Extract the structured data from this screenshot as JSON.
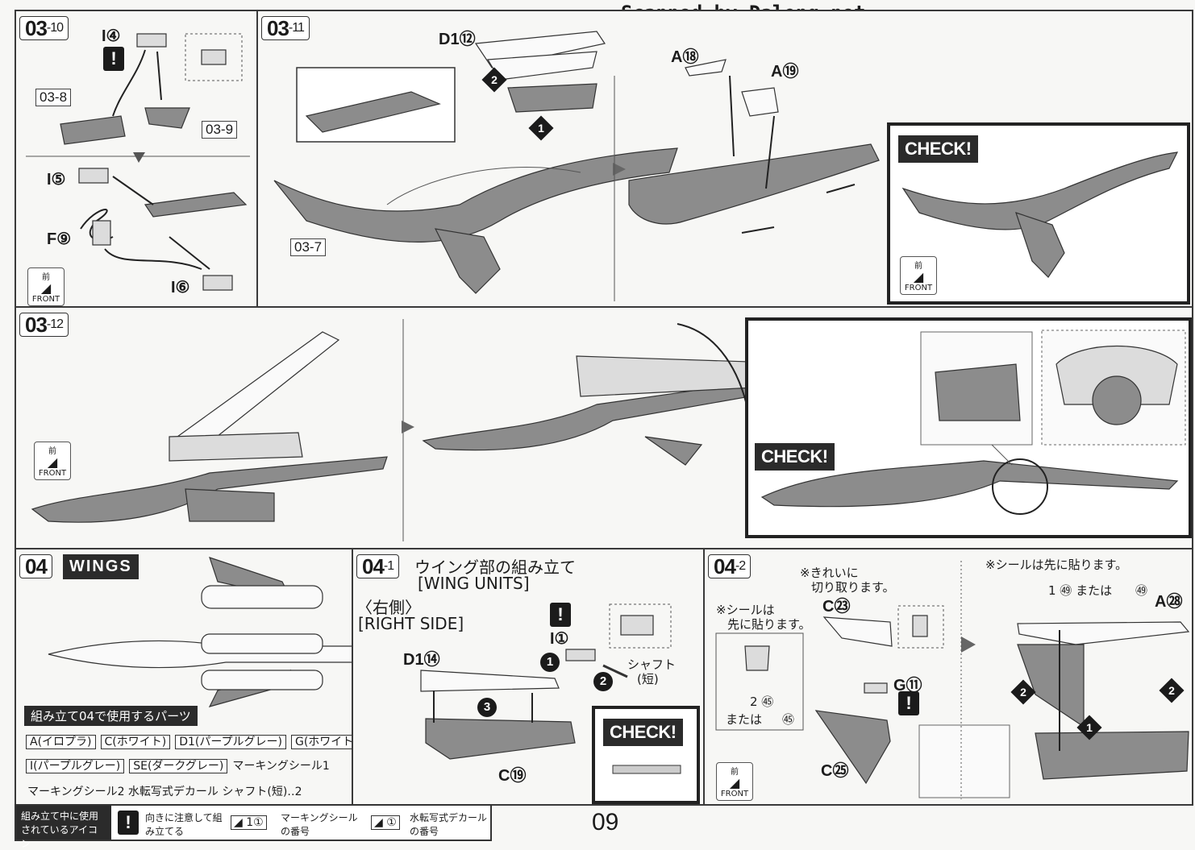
{
  "watermark": "Scanned by Dalong.net",
  "page_number": "09",
  "steps": {
    "s0310": {
      "label": "03",
      "sub": "-10",
      "refs": [
        "03-8",
        "03-9"
      ],
      "parts": [
        "I④",
        "I⑤",
        "F⑨",
        "I⑥"
      ]
    },
    "s0311": {
      "label": "03",
      "sub": "-11",
      "refs": [
        "03-7"
      ],
      "parts": [
        "D1⑫",
        "A⑱",
        "A⑲"
      ],
      "check": "CHECK!"
    },
    "s0312": {
      "label": "03",
      "sub": "-12",
      "check": "CHECK!"
    },
    "s04": {
      "label": "04",
      "title": "WINGS",
      "parts_heading": "組み立て04で使用するパーツ",
      "parts_row1": [
        "A(イロプラ)",
        "C(ホワイト)",
        "D1(パープルグレー)",
        "G(ホワイト)"
      ],
      "parts_row2": [
        "I(パープルグレー)",
        "SE(ダークグレー)"
      ],
      "parts_row2_text": "マーキングシール1",
      "parts_row3": "マーキングシール2  水転写式デカール  シャフト(短)‥2"
    },
    "s041": {
      "label": "04",
      "sub": "-1",
      "title_jp": "ウイング部の組み立て",
      "title_en": "[WING UNITS]",
      "side_jp": "〈右側〉",
      "side_en": "[RIGHT SIDE]",
      "parts": [
        "D1⑭",
        "I①",
        "C⑲"
      ],
      "shaft": "シャフト",
      "shaft_sub": "(短)",
      "check": "CHECK!"
    },
    "s042": {
      "label": "04",
      "sub": "-2",
      "note1": "※きれいに",
      "note1b": "切り取ります。",
      "note2": "※シールは",
      "note2b": "先に貼ります。",
      "note3": "※シールは先に貼ります。",
      "sticker_a": "2 ㊺",
      "sticker_or": "または",
      "sticker_b": "㊺",
      "sticker_c": "1 ㊾ または",
      "sticker_d": "㊾",
      "parts": [
        "C㉓",
        "G⑪",
        "C㉕",
        "A㉘"
      ]
    }
  },
  "front": {
    "zh": "前",
    "en": "FRONT"
  },
  "legend": {
    "heading": "組み立て中に使用されているアイコン",
    "items": [
      "向きに注意して組み立てる",
      "マーキングシールの番号",
      "水転写式デカールの番号"
    ]
  }
}
